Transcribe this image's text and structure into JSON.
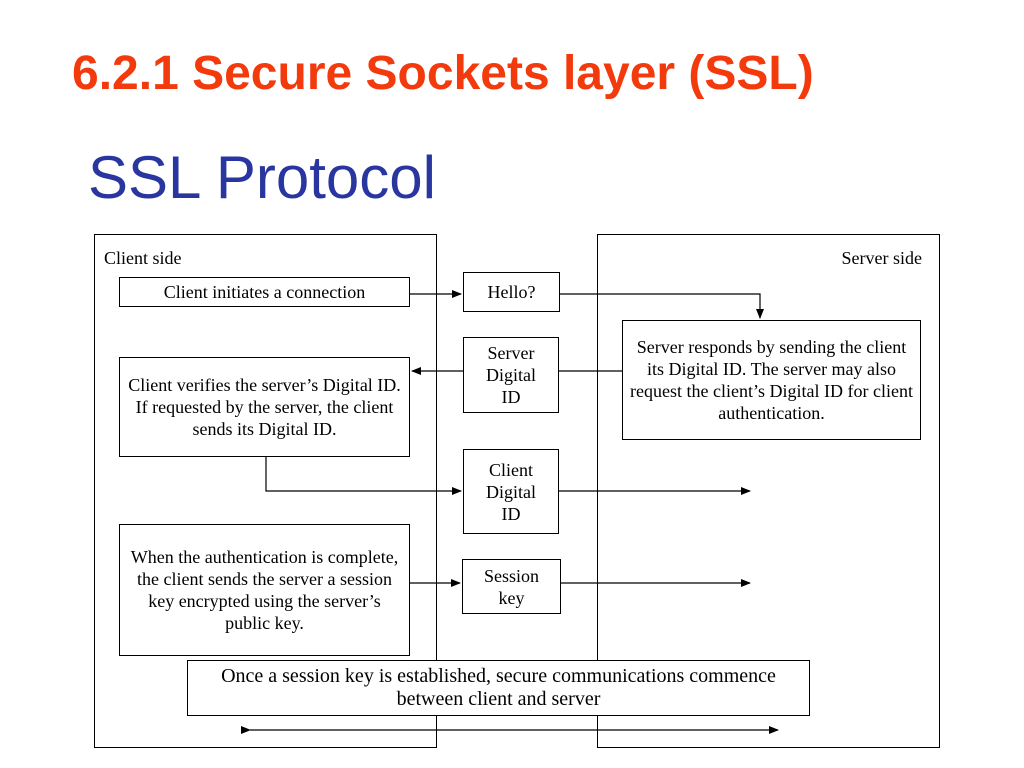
{
  "title": "6.2.1 Secure Sockets layer (SSL)",
  "subtitle": "SSL Protocol",
  "client_side": {
    "label": "Client side",
    "initiates": "Client initiates a connection",
    "verifies": "Client verifies the server’s Digital ID. If requested by the server, the client sends its Digital ID.",
    "auth_complete": "When the authentication is complete, the client sends the server a session key encrypted using the server’s public key."
  },
  "server_side": {
    "label": "Server side",
    "responds": "Server responds by sending the client its Digital ID. The server may also request the client’s Digital ID for client authentication."
  },
  "messages": {
    "hello": "Hello?",
    "server_digital_id": "Server Digital ID",
    "client_digital_id": "Client Digital ID",
    "session_key": "Session key"
  },
  "conclusion": "Once a session key is established, secure communications commence between client and server"
}
